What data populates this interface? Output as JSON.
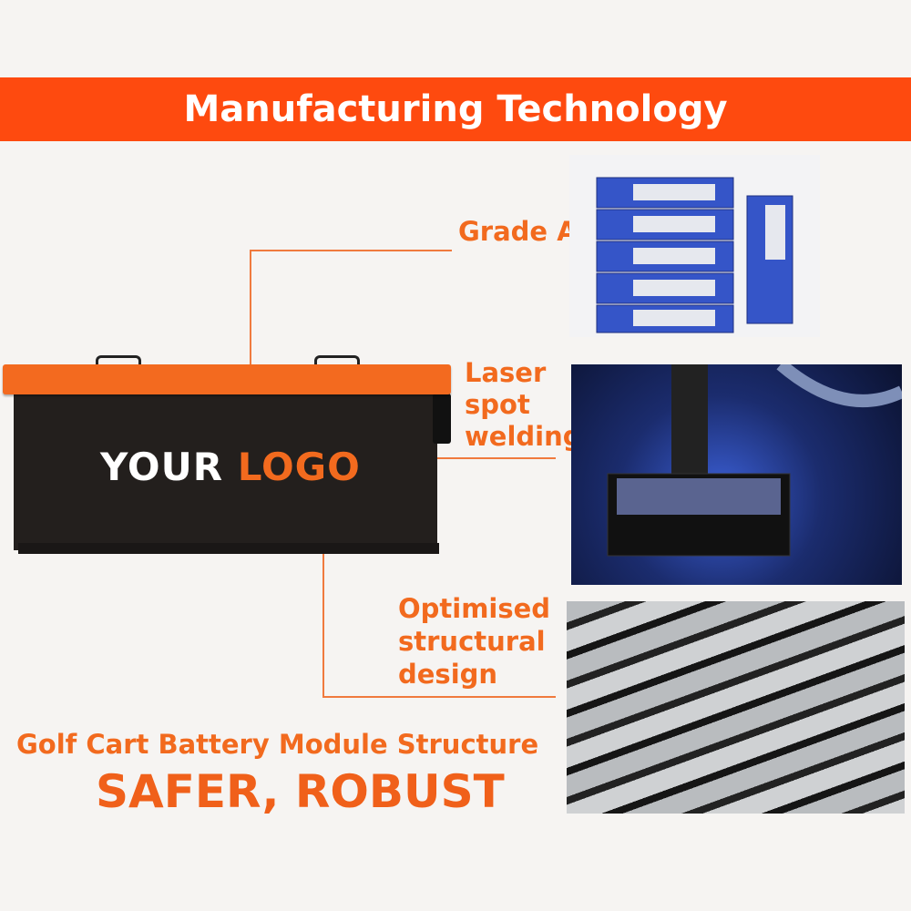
{
  "banner": {
    "title": "Manufacturing Technology"
  },
  "battery": {
    "logo_word1": "YOUR",
    "logo_word2": "LOGO"
  },
  "features": [
    {
      "label": "Grade A"
    },
    {
      "label_lines": [
        "Laser",
        "spot",
        "welding"
      ]
    },
    {
      "label_lines": [
        "Optimised",
        "structural",
        "design"
      ]
    }
  ],
  "footer": {
    "subtitle": "Golf Cart Battery Module Structure",
    "headline": "SAFER, ROBUST"
  },
  "colors": {
    "accent": "#fe4a0f",
    "text_orange": "#f26a1e",
    "battery_body": "#231f1d"
  }
}
